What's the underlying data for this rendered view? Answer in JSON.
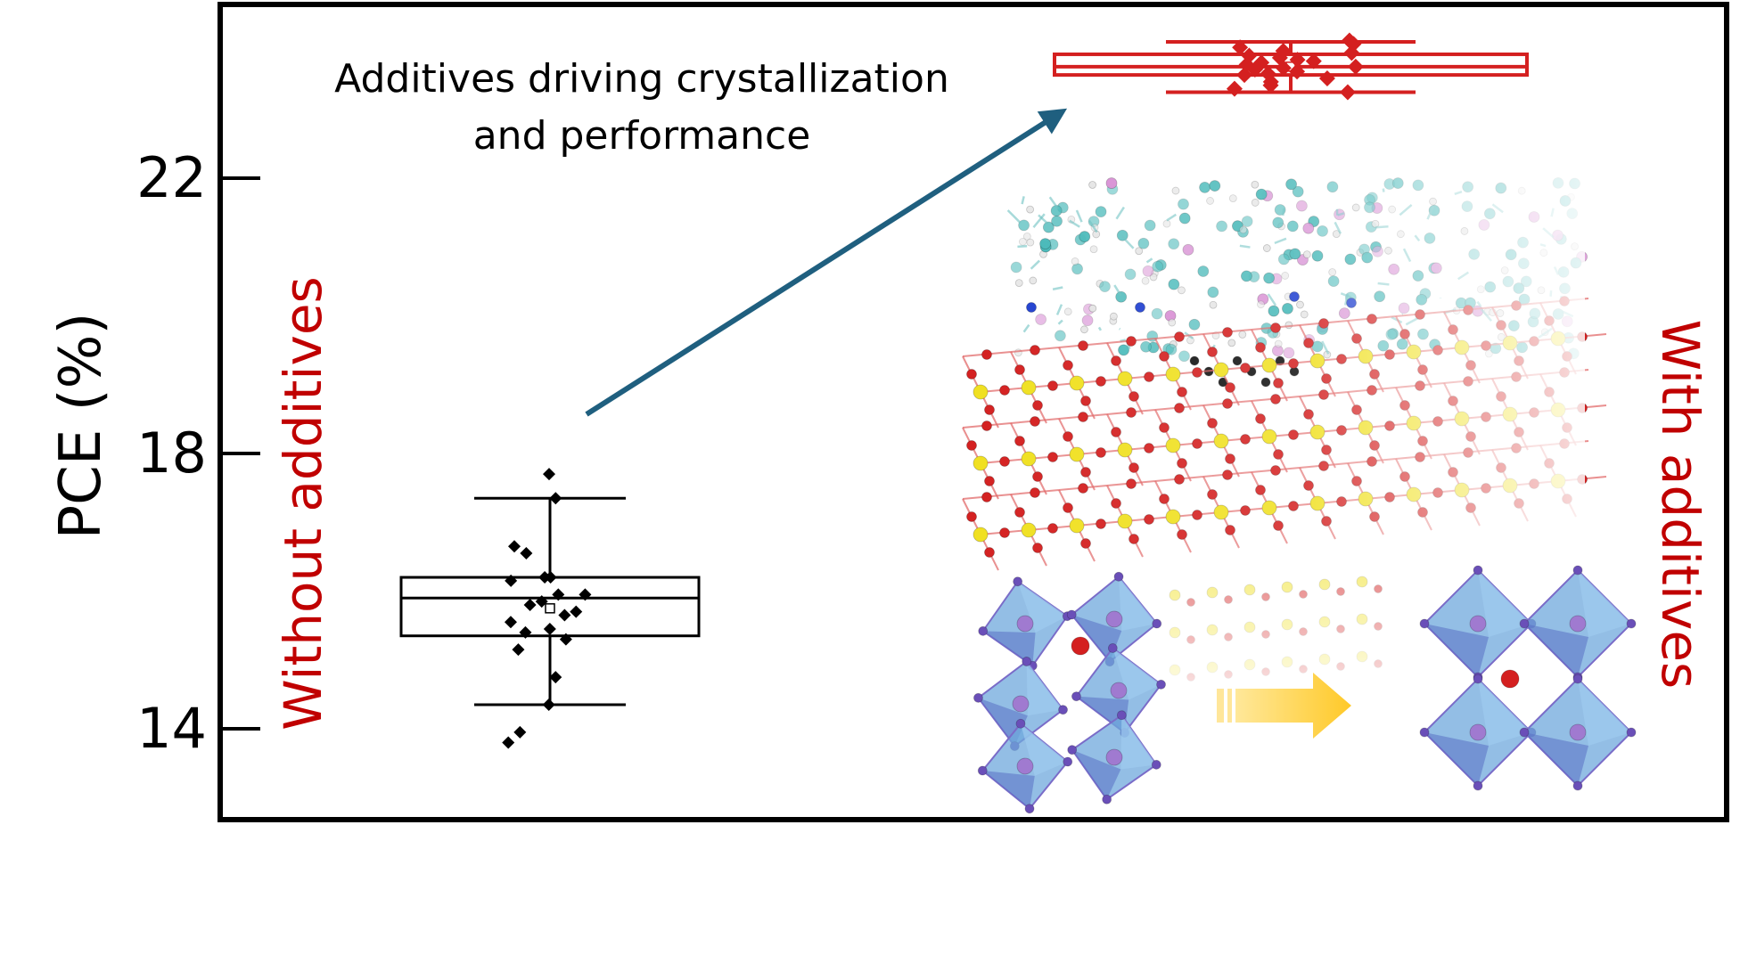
{
  "chart_data": {
    "type": "box",
    "ylabel": "PCE (%)",
    "yticks": [
      14,
      18,
      22
    ],
    "ylim": [
      12.7,
      24.5
    ],
    "annotation": [
      "Additives driving crystallization",
      "and performance"
    ],
    "groups": [
      {
        "name": "Without additives",
        "color": "#c00000",
        "box": {
          "whisker_low": 14.35,
          "q1": 15.35,
          "median": 15.9,
          "q3": 16.2,
          "whisker_high": 17.35,
          "mean": 15.75
        },
        "points": [
          17.7,
          17.35,
          16.65,
          16.55,
          16.2,
          16.2,
          16.15,
          15.95,
          15.95,
          15.85,
          15.8,
          15.7,
          15.65,
          15.55,
          15.45,
          15.4,
          15.3,
          15.15,
          14.75,
          14.35,
          13.95,
          13.8
        ]
      },
      {
        "name": "With additives",
        "color": "#e00000",
        "box": {
          "whisker_low": 23.25,
          "q1": 23.5,
          "median": 23.62,
          "q3": 23.8,
          "whisker_high": 23.98,
          "mean": 23.62
        },
        "points": [
          24.0,
          23.95,
          23.9,
          23.85,
          23.82,
          23.78,
          23.75,
          23.72,
          23.7,
          23.68,
          23.65,
          23.62,
          23.6,
          23.58,
          23.55,
          23.52,
          23.5,
          23.45,
          23.4,
          23.35,
          23.3,
          23.25
        ]
      }
    ]
  },
  "colors": {
    "frame": "#000000",
    "arrow": "#1f5f7f",
    "oxygen": "#d42020",
    "metal": "#f0e020",
    "carbon": "#45b8b8",
    "hydrogen": "#e4e4e4",
    "fluorine": "#d88fd4",
    "nitrogen": "#2040d0",
    "octahedron_face": "#6fa8dc",
    "octahedron_edge": "#7a6cc8",
    "yellow_arrow": "#ffd34d"
  }
}
